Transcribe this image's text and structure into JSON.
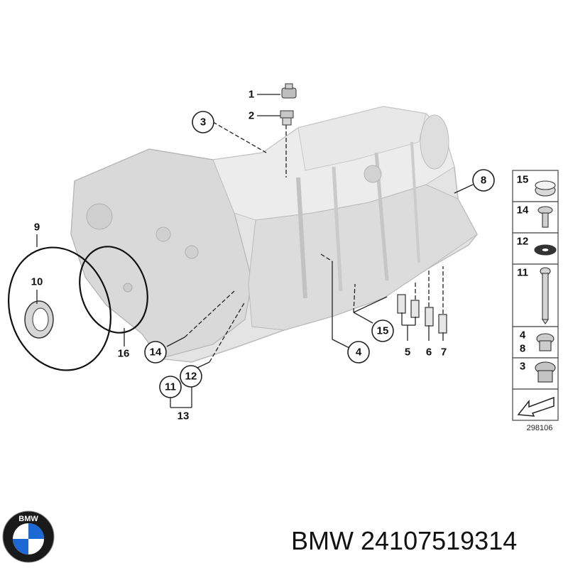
{
  "diagram": {
    "drawing_number": "298106",
    "callouts": [
      "1",
      "2",
      "3",
      "4",
      "5",
      "6",
      "7",
      "8",
      "9",
      "10",
      "11",
      "12",
      "13",
      "14",
      "15",
      "16"
    ],
    "legend_items": [
      "15",
      "14",
      "12",
      "11",
      "4",
      "8",
      "3"
    ]
  },
  "footer": {
    "brand": "BMW",
    "part_number": "24107519314"
  },
  "logo": {
    "text": "BMW",
    "colors": {
      "ring": "#1a1a1a",
      "blue": "#1c69d4",
      "white": "#ffffff"
    }
  },
  "colors": {
    "housing": "#e3e3e3",
    "housing_shade": "#cfcfcf",
    "line": "#222222"
  }
}
